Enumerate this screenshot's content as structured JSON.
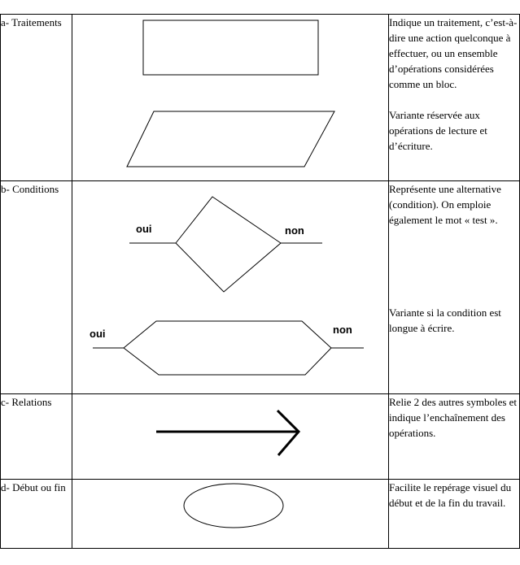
{
  "rows": [
    {
      "label": "a- Traitements",
      "desc": "Indique un traitement, c’est-à-dire une action quelconque à effectuer, ou un ensemble d’opérations considérées comme un bloc.",
      "desc2": "Variante réservée aux opérations de lecture et d’écriture."
    },
    {
      "label": "b- Conditions",
      "desc": "Représente une alternative (condition). On emploie également le mot « test ».",
      "desc2": "Variante si la condition est longue à écrire.",
      "yes1": "oui",
      "no1": "non",
      "yes2": "oui",
      "no2": "non"
    },
    {
      "label": "c- Relations",
      "desc": "Relie 2 des autres symboles et indique l’enchaînement des opérations."
    },
    {
      "label": "d- Début ou fin",
      "desc": "Facilite le repérage visuel du début et de la fin du travail."
    }
  ]
}
